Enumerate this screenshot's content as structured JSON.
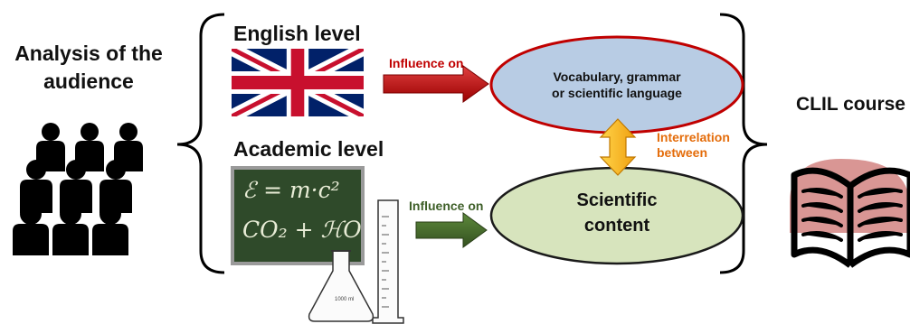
{
  "audience": {
    "title_line1": "Analysis of the",
    "title_line2": "audience"
  },
  "english": {
    "title": "English level"
  },
  "academic": {
    "title": "Academic level",
    "formula1": "ℰ = m·c²",
    "formula2": "CO₂ + ℋO"
  },
  "arrow_english": {
    "label": "Influence on",
    "color": "#c00000"
  },
  "arrow_academic": {
    "label": "Influence on",
    "color": "#3e5f28"
  },
  "interrelation": {
    "line1": "Interrelation",
    "line2": "between",
    "color": "#e46c0a"
  },
  "vocab_node": {
    "line1": "Vocabulary, grammar",
    "line2": "or scientific language",
    "fill": "#b8cce4",
    "stroke": "#c00000"
  },
  "content_node": {
    "line1": "Scientific",
    "line2": "content",
    "fill": "#d7e4bd",
    "stroke": "#1a1a1a"
  },
  "clil": {
    "title": "CLIL course"
  },
  "flask": {
    "mark": "1000 ml"
  },
  "colors": {
    "chalkboard": "#2f4a2a",
    "chalk": "#e8ecd6",
    "book_bg": "#d99694"
  }
}
